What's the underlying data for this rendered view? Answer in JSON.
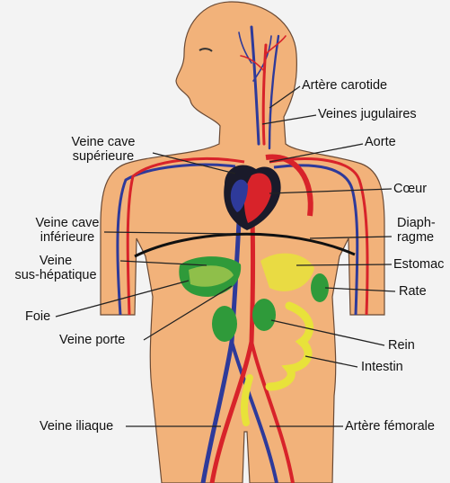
{
  "labels": {
    "artere_carotide": "Artère carotide",
    "veines_jugulaires": "Veines jugulaires",
    "aorte": "Aorte",
    "veine_cave_sup_1": "Veine cave",
    "veine_cave_sup_2": "supérieure",
    "coeur": "Cœur",
    "veine_cave_inf_1": "Veine cave",
    "veine_cave_inf_2": "inférieure",
    "diaphragme_1": "Diaph-",
    "diaphragme_2": "ragme",
    "veine_sus_hep_1": "Veine",
    "veine_sus_hep_2": "sus-hépatique",
    "estomac": "Estomac",
    "rate": "Rate",
    "foie": "Foie",
    "veine_porte": "Veine porte",
    "rein": "Rein",
    "intestin": "Intestin",
    "veine_iliaque": "Veine iliaque",
    "artere_femorale": "Artère fémorale"
  },
  "colors": {
    "skin": "#f2b27a",
    "skin_outline": "#6a4a35",
    "artery": "#d8232a",
    "vein": "#2e3a9a",
    "liver": "#2f9a3a",
    "organ_yellow": "#e8e23a",
    "heart_dark": "#1a1a2a",
    "leader_line": "#222222"
  }
}
